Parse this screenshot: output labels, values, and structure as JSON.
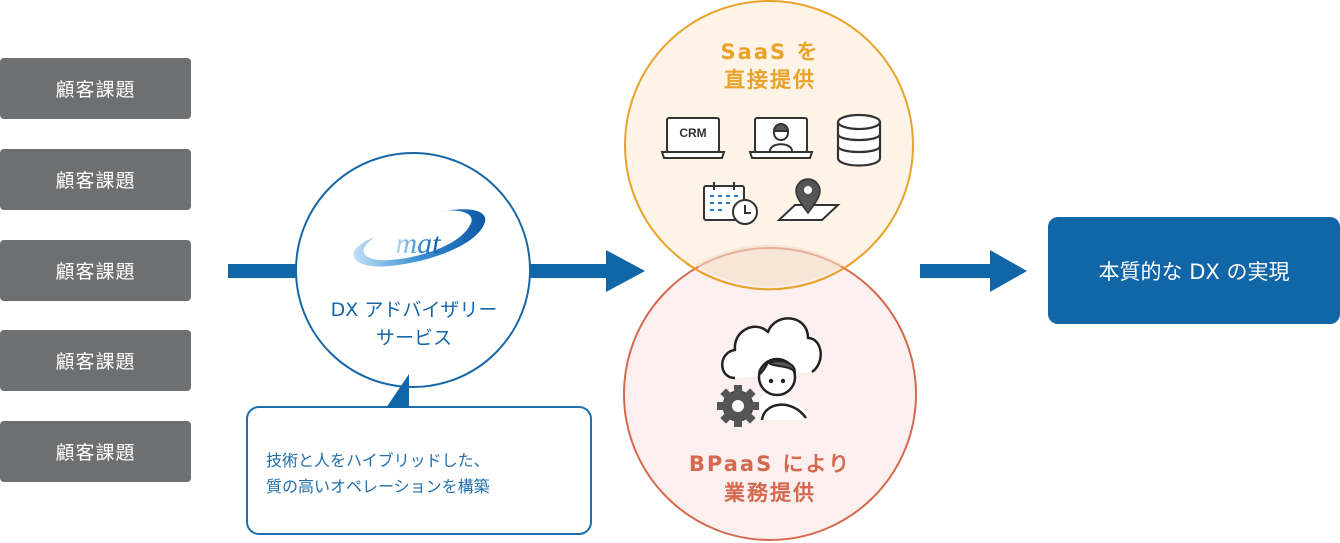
{
  "issues": [
    {
      "label": "顧客課題"
    },
    {
      "label": "顧客課題"
    },
    {
      "label": "顧客課題"
    },
    {
      "label": "顧客課題"
    },
    {
      "label": "顧客課題"
    }
  ],
  "advisory": {
    "logo_text": "mat",
    "label_line1": "DX アドバイザリー",
    "label_line2": "サービス"
  },
  "callout": {
    "line1": "技術と人をハイブリッドした、",
    "line2": "質の高いオペレーションを構築"
  },
  "saas": {
    "title_line1": "SaaS を",
    "title_line2": "直接提供",
    "icons": [
      "crm-laptop-icon",
      "video-call-laptop-icon",
      "database-icon",
      "calendar-clock-icon",
      "map-pin-icon"
    ],
    "crm_label": "CRM"
  },
  "bpaas": {
    "title_line1": "BPaaS により",
    "title_line2": "業務提供",
    "icons": [
      "cloud-person-gear-icon"
    ]
  },
  "result": {
    "label": "本質的な DX の実現"
  },
  "colors": {
    "issue_gray": "#6e6f71",
    "primary_blue": "#1166a8",
    "saas_orange": "#e9a32a",
    "saas_fill": "#fdf3e6",
    "bpaas_red": "#d5694f",
    "bpaas_fill": "#f9ebe9"
  }
}
